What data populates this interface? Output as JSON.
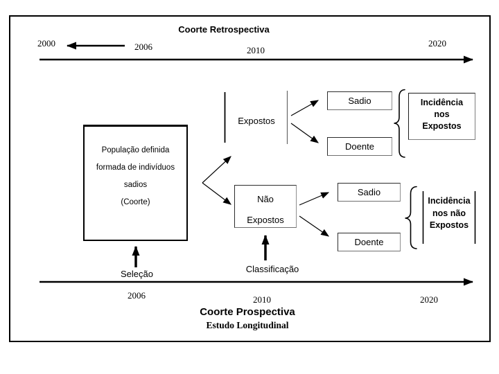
{
  "colors": {
    "ink": "#000000",
    "shadow_border": "#8f8f8f"
  },
  "retrospective_timeline": {
    "title": "Coorte Retrospectiva",
    "year_2000": "2000",
    "year_2006": "2006",
    "year_2010": "2010",
    "year_2020": "2020"
  },
  "cohort_box": {
    "line1": "População definida",
    "line2": "formada de indivíduos",
    "line3": "sadios",
    "line4": "(Coorte)"
  },
  "exposed_group": {
    "label": "Expostos",
    "healthy": "Sadio",
    "sick": "Doente",
    "incidence": {
      "line1": "Incidência",
      "line2": "nos",
      "line3": "Expostos"
    }
  },
  "not_exposed_group": {
    "label_line1": "Não",
    "label_line2": "Expostos",
    "healthy": "Sadio",
    "sick": "Doente",
    "incidence": {
      "line1": "Incidência",
      "line2": "nos não",
      "line3": "Expostos"
    }
  },
  "process": {
    "selection": "Seleção",
    "classification": "Classificação"
  },
  "prospective_timeline": {
    "year_2006": "2006",
    "year_2010": "2010",
    "year_2020": "2020",
    "title": "Coorte Prospectiva",
    "subtitle": "Estudo Longitudinal"
  }
}
